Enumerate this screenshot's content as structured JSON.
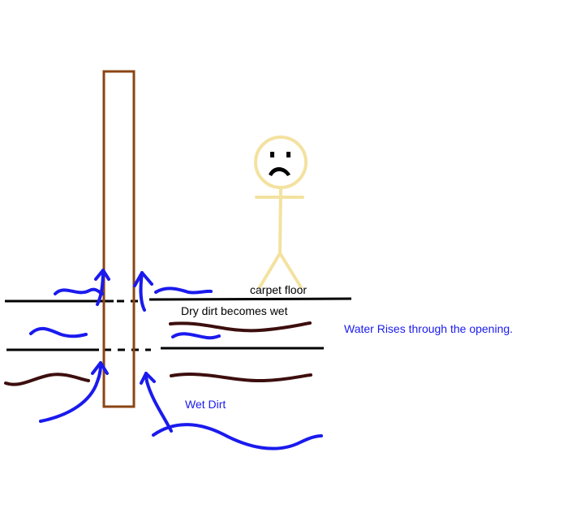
{
  "labels": {
    "carpet_floor": "carpet floor",
    "dry_dirt": "Dry dirt becomes wet",
    "water_rises": "Water Rises through the opening.",
    "wet_dirt": "Wet Dirt"
  },
  "colors": {
    "background": "#ffffff",
    "water": "#1a1aee",
    "dirt": "#3d0e0e",
    "post": "#8b4513",
    "floor": "#000000",
    "person": "#f3e2a0",
    "face": "#000000",
    "label_black": "#000000",
    "label_blue": "#1a1aee"
  },
  "icons": {
    "person": "sad-stick-figure-icon",
    "post": "wooden-post",
    "arrows": "up-arrow-icon"
  }
}
